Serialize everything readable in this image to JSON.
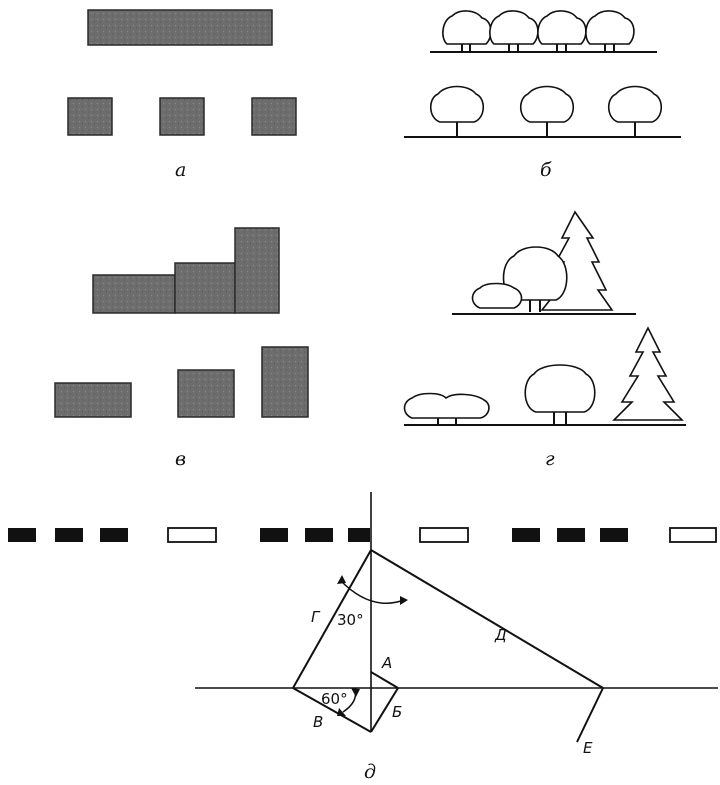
{
  "captions": {
    "a": "а",
    "b": "б",
    "v": "в",
    "g": "г",
    "d": "д"
  },
  "diagram_labels": {
    "A": "А",
    "B": "Б",
    "V": "В",
    "G": "Г",
    "D": "Д",
    "E": "Е",
    "angle_top": "30°",
    "angle_bottom": "60°"
  },
  "colors": {
    "block_fill": "#6d6d6d",
    "line": "#111111"
  }
}
